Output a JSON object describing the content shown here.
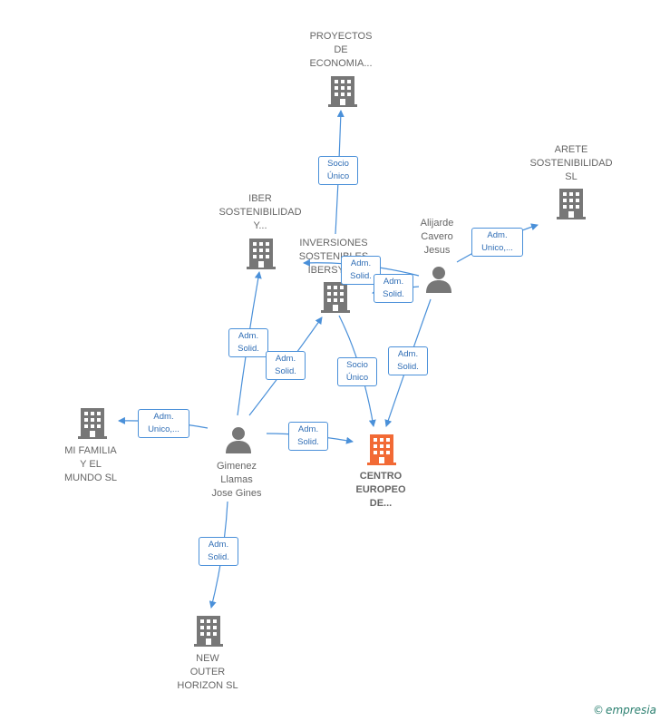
{
  "colors": {
    "edge": "#4a90d9",
    "company": "#777777",
    "focus_company": "#f26a35",
    "person": "#777777"
  },
  "companies": {
    "proyectos": {
      "label": "PROYECTOS\nDE\nECONOMIA...",
      "icon": "building-icon"
    },
    "arete": {
      "label": "ARETE\nSOSTENIBILIDAD\nSL",
      "icon": "building-icon"
    },
    "iber": {
      "label": "IBER\nSOSTENIBILIDAD\nY...",
      "icon": "building-icon"
    },
    "inversiones": {
      "label": "INVERSIONES\nSOSTENIBLES\nIBERSYS...",
      "icon": "building-icon"
    },
    "mifamilia": {
      "label": "MI FAMILIA\nY EL\nMUNDO  SL",
      "icon": "building-icon"
    },
    "centro": {
      "label": "CENTRO\nEUROPEO\nDE...",
      "icon": "building-icon",
      "focus": true
    },
    "newouter": {
      "label": "NEW\nOUTER\nHORIZON SL",
      "icon": "building-icon"
    }
  },
  "persons": {
    "alijarde": {
      "label": "Alijarde\nCavero\nJesus",
      "icon": "person-icon"
    },
    "gimenez": {
      "label": "Gimenez\nLlamas\nJose Gines",
      "icon": "person-icon"
    }
  },
  "edges": {
    "inv_proy": "Socio\nÚnico",
    "ali_arete": "Adm.\nUnico,...",
    "ali_inv_1": "Adm.\nSolid.",
    "ali_inv_2": "Adm.\nSolid.",
    "inv_centro": "Socio\nÚnico",
    "ali_centro": "Adm.\nSolid.",
    "gim_iber": "Adm.\nSolid.",
    "gim_inv": "Adm.\nSolid.",
    "gim_mifam": "Adm.\nUnico,...",
    "gim_centro": "Adm.\nSolid.",
    "gim_new": "Adm.\nSolid."
  },
  "watermark": {
    "symbol": "©",
    "brand": "mpresia",
    "brand_initial": "e"
  }
}
